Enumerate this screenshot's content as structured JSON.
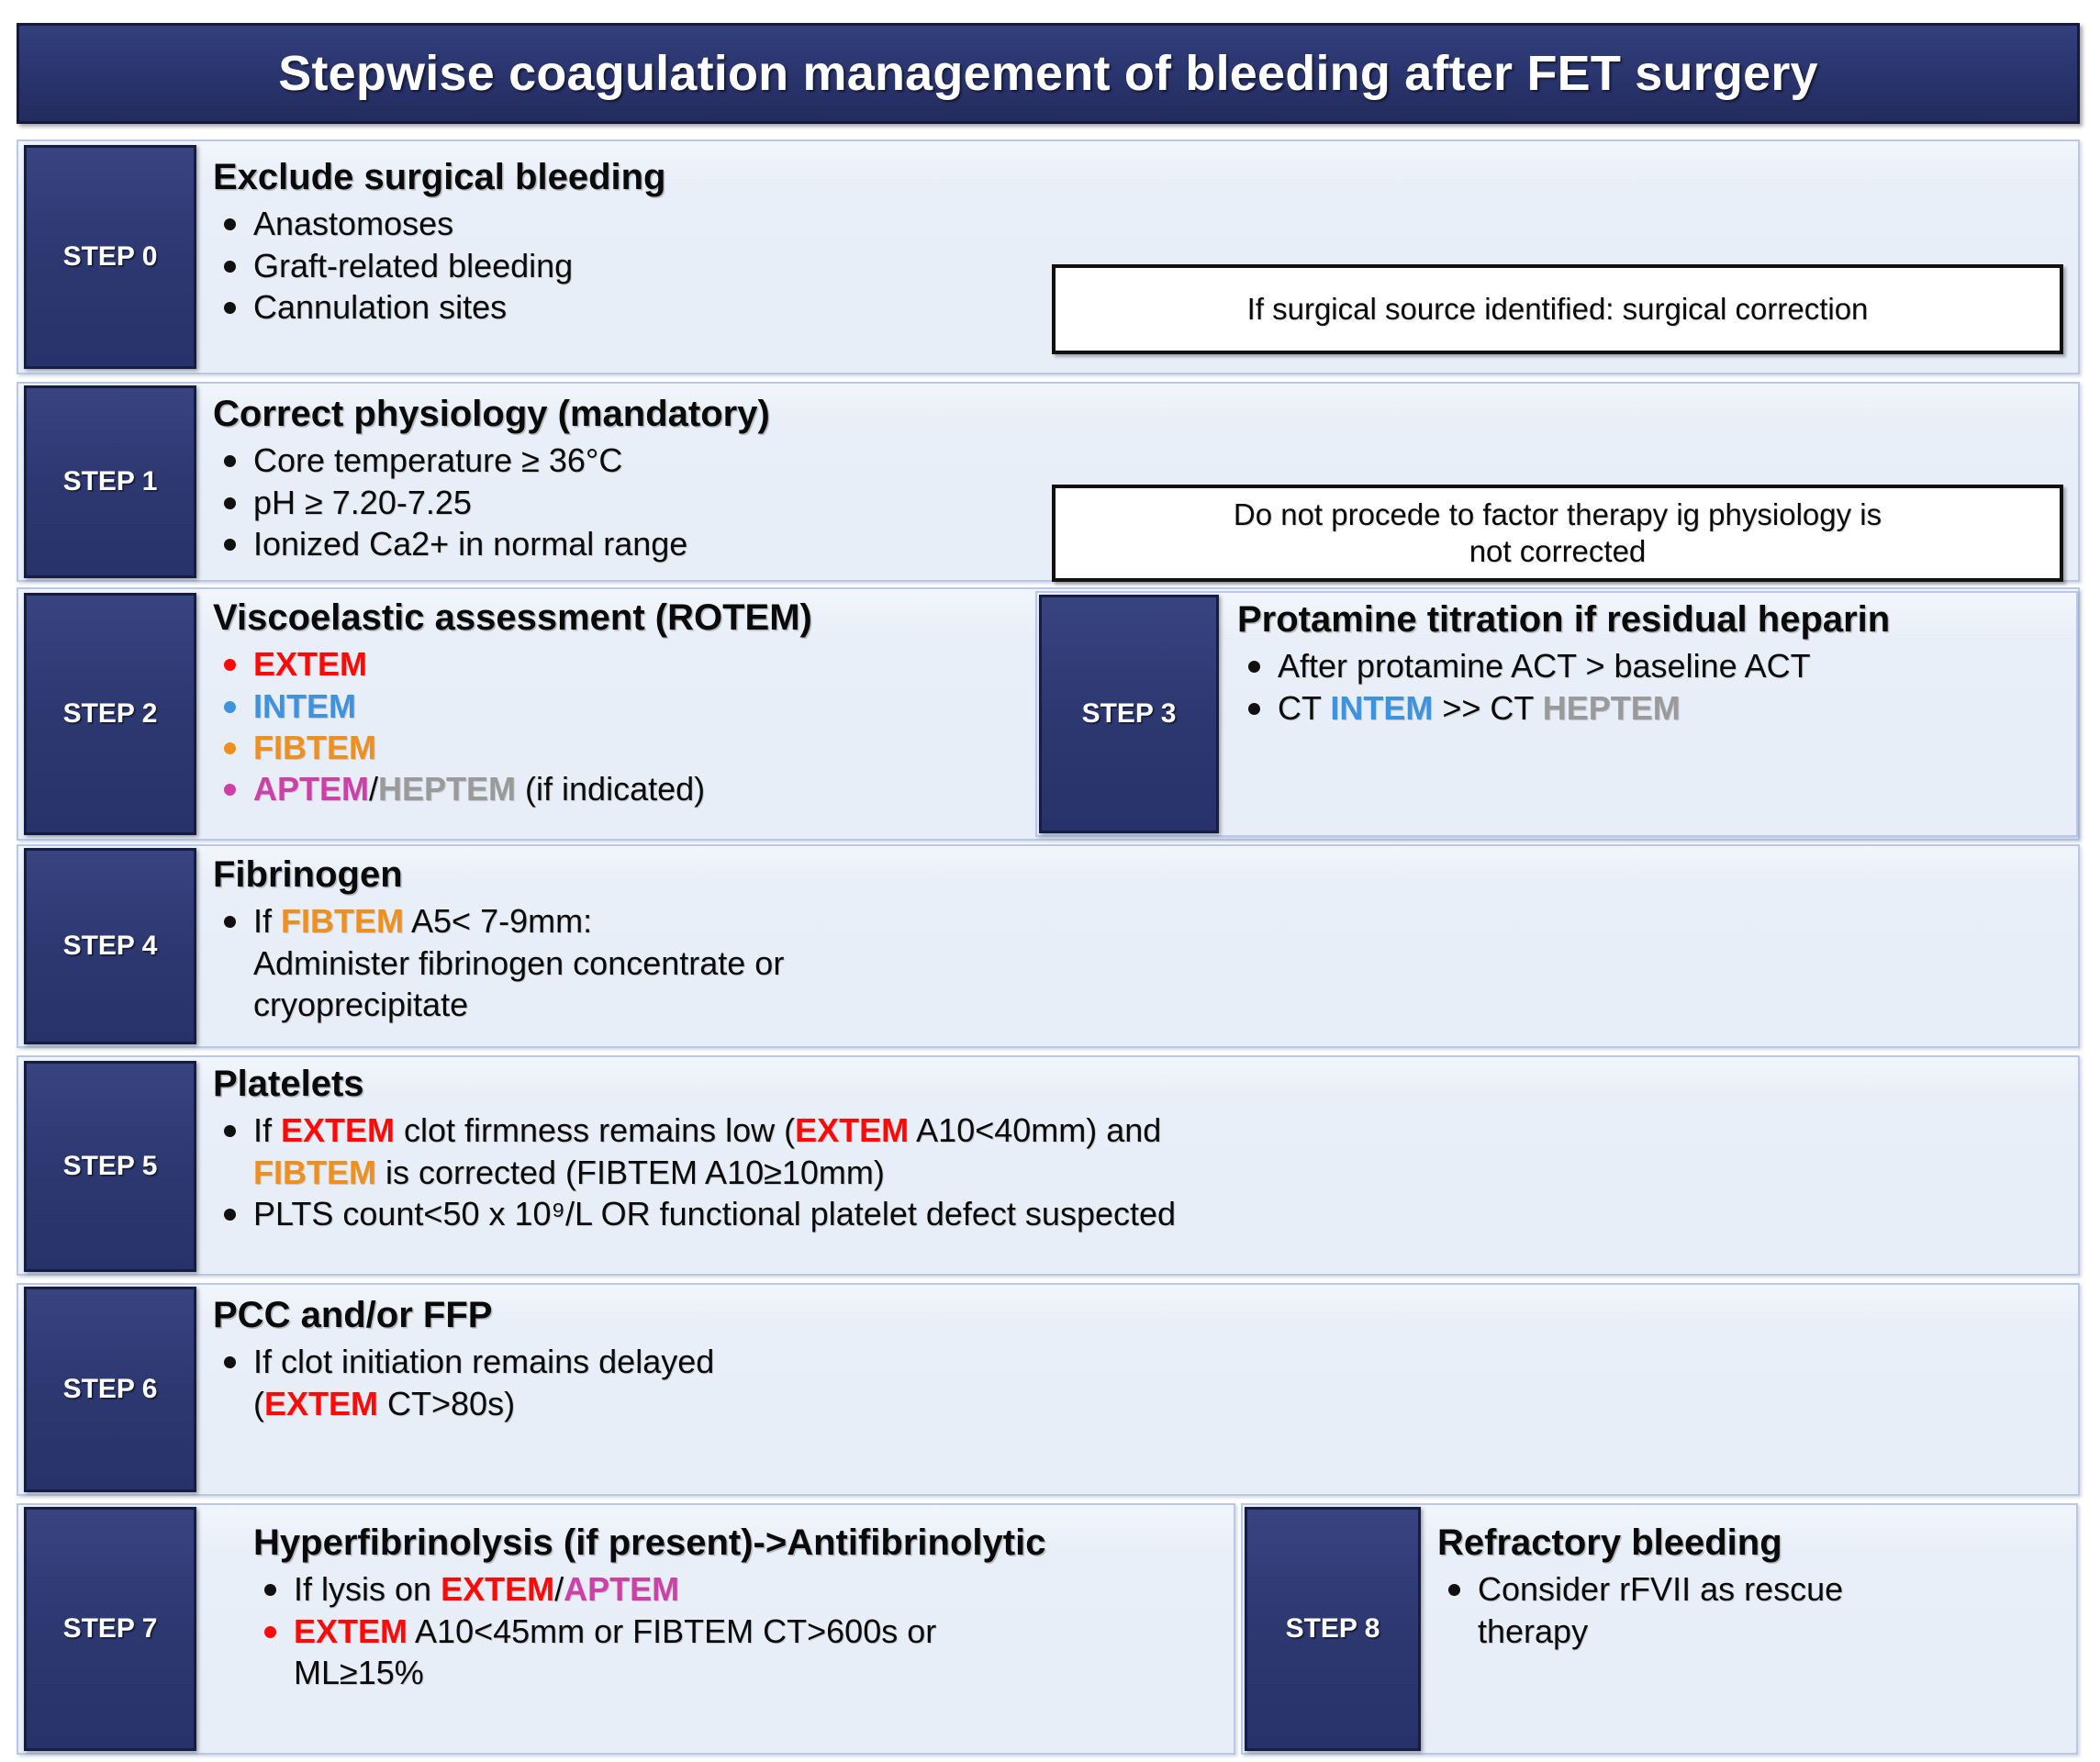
{
  "title": "Stepwise coagulation management of bleeding after FET surgery",
  "colors": {
    "navy": "#2d3871",
    "panel_bg": "#e8eef8",
    "extem": "#fb0a07",
    "intem": "#3f93dd",
    "fibtem": "#ef8f1e",
    "aptem": "#cc40a8",
    "heptem": "#9a9a9a"
  },
  "steps": {
    "step0": {
      "tag": "STEP 0",
      "heading": "Exclude surgical bleeding",
      "bullets": [
        "Anastomoses",
        "Graft-related bleeding",
        "Cannulation sites"
      ],
      "note": "If surgical source identified: surgical correction"
    },
    "step1": {
      "tag": "STEP 1",
      "heading": "Correct physiology (mandatory)",
      "bullets": [
        "Core temperature ≥ 36°C",
        "pH ≥ 7.20-7.25",
        "Ionized Ca2+ in normal range"
      ],
      "note_line1": "Do not procede to factor therapy ig physiology is",
      "note_line2": "not corrected"
    },
    "step2": {
      "tag": "STEP 2",
      "heading": "Viscoelastic assessment (ROTEM)",
      "bullets": [
        "EXTEM",
        "INTEM",
        "FIBTEM"
      ],
      "bullet4_a": "APTEM",
      "bullet4_sep": "/",
      "bullet4_b": "HEPTEM",
      "bullet4_tail": " (if indicated)"
    },
    "step3": {
      "tag": "STEP 3",
      "heading": "Protamine titration if residual heparin",
      "bullet1": "After protamine ACT > baseline ACT",
      "bullet2_pre": "CT ",
      "bullet2_intem": "INTEM",
      "bullet2_mid": " >> CT ",
      "bullet2_heptem": "HEPTEM"
    },
    "step4": {
      "tag": "STEP 4",
      "heading": "Fibrinogen",
      "bullet1_pre": "If ",
      "bullet1_fibtem": "FIBTEM",
      "bullet1_tail": " A5< 7-9mm:",
      "bullet1_line2": "Administer fibrinogen concentrate or",
      "bullet1_line3": "cryoprecipitate"
    },
    "step5": {
      "tag": "STEP 5",
      "heading": "Platelets",
      "b1_pre": "If ",
      "b1_extem1": "EXTEM",
      "b1_mid": " clot firmness remains low (",
      "b1_extem2": "EXTEM",
      "b1_tail": " A10<40mm) and",
      "b1_line2_fibtem": "FIBTEM",
      "b1_line2_tail": " is corrected (FIBTEM A10≥10mm)",
      "b2": "PLTS count<50 x 10⁹/L OR functional platelet defect suspected"
    },
    "step6": {
      "tag": "STEP 6",
      "heading": "PCC and/or FFP",
      "b1_line1": "If clot initiation remains delayed",
      "b1_line2_pre": "(",
      "b1_line2_extem": "EXTEM",
      "b1_line2_tail": " CT>80s)"
    },
    "step7": {
      "tag": "STEP 7",
      "heading": "Hyperfibrinolysis (if present)->Antifibrinolytic",
      "b1_pre": "If lysis on ",
      "b1_extem": "EXTEM",
      "b1_sep": "/",
      "b1_aptem": "APTEM",
      "b2_extem": "EXTEM",
      "b2_tail": " A10<45mm or FIBTEM CT>600s or",
      "b2_line2": "ML≥15%"
    },
    "step8": {
      "tag": "STEP 8",
      "heading": "Refractory bleeding",
      "b1_line1": "Consider rFVII as rescue",
      "b1_line2": "therapy"
    }
  }
}
